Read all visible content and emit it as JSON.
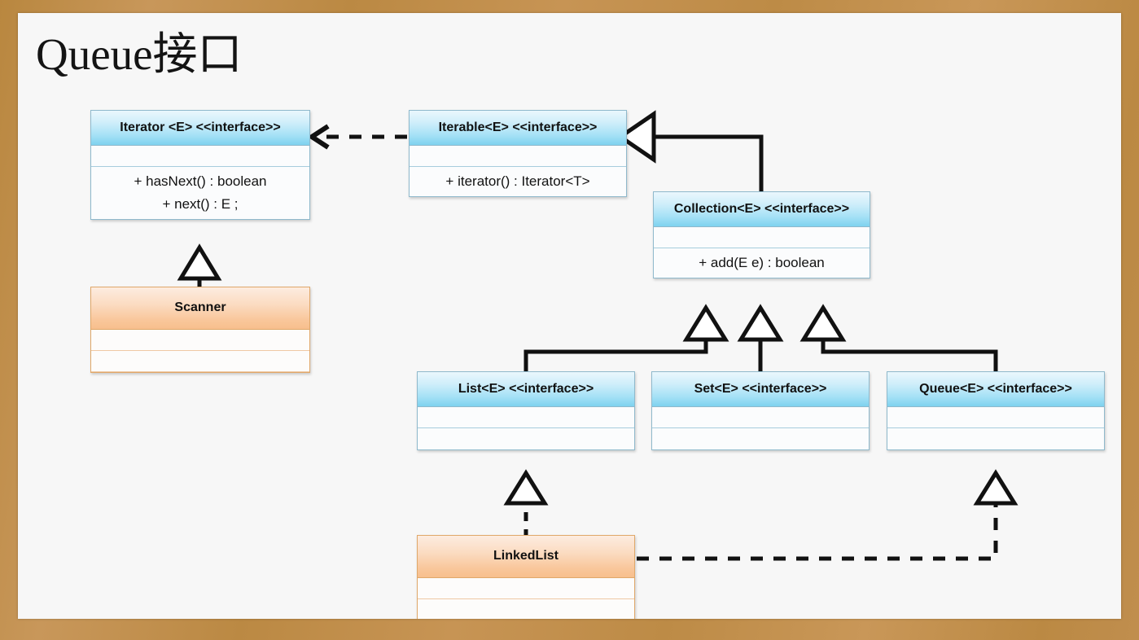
{
  "slide": {
    "title": "Queue接口",
    "background_color": "#f7f7f7",
    "frame_color": "#c08e4e",
    "header_blue": "#7ed2ef",
    "header_orange": "#f7bf8d"
  },
  "classes": {
    "iterator": {
      "name": "Iterator <E>",
      "stereotype": "<<interface>>",
      "attributes": [],
      "methods": [
        "+ hasNext() : boolean",
        "+ next() : E ;"
      ],
      "kind": "interface",
      "color": "blue"
    },
    "iterable": {
      "name": "Iterable<E>",
      "stereotype": "<<interface>>",
      "attributes": [],
      "methods": [
        "+ iterator() : Iterator<T>"
      ],
      "kind": "interface",
      "color": "blue"
    },
    "collection": {
      "name": "Collection<E>",
      "stereotype": "<<interface>>",
      "attributes": [],
      "methods": [
        "+ add(E e) : boolean"
      ],
      "kind": "interface",
      "color": "blue"
    },
    "scanner": {
      "name": "Scanner",
      "stereotype": "",
      "attributes": [],
      "methods": [],
      "kind": "class",
      "color": "orange"
    },
    "list": {
      "name": "List<E>",
      "stereotype": "<<interface>>",
      "attributes": [],
      "methods": [],
      "kind": "interface",
      "color": "blue"
    },
    "set": {
      "name": "Set<E>",
      "stereotype": "<<interface>>",
      "attributes": [],
      "methods": [],
      "kind": "interface",
      "color": "blue"
    },
    "queue": {
      "name": "Queue<E>",
      "stereotype": "<<interface>>",
      "attributes": [],
      "methods": [],
      "kind": "interface",
      "color": "blue"
    },
    "linkedlist": {
      "name": "LinkedList",
      "stereotype": "",
      "attributes": [],
      "methods": [],
      "kind": "class",
      "color": "orange"
    }
  },
  "relationships": [
    {
      "from": "iterable",
      "to": "iterator",
      "type": "dependency",
      "line": "dashed",
      "head": "open-arrow"
    },
    {
      "from": "collection",
      "to": "iterable",
      "type": "generalization",
      "line": "solid",
      "head": "hollow-triangle"
    },
    {
      "from": "scanner",
      "to": "iterator",
      "type": "realization",
      "line": "solid",
      "head": "hollow-triangle"
    },
    {
      "from": "list",
      "to": "collection",
      "type": "generalization",
      "line": "solid",
      "head": "hollow-triangle"
    },
    {
      "from": "set",
      "to": "collection",
      "type": "generalization",
      "line": "solid",
      "head": "hollow-triangle"
    },
    {
      "from": "queue",
      "to": "collection",
      "type": "generalization",
      "line": "solid",
      "head": "hollow-triangle"
    },
    {
      "from": "linkedlist",
      "to": "list",
      "type": "realization",
      "line": "dashed",
      "head": "hollow-triangle"
    },
    {
      "from": "linkedlist",
      "to": "queue",
      "type": "realization",
      "line": "dashed",
      "head": "hollow-triangle"
    }
  ]
}
